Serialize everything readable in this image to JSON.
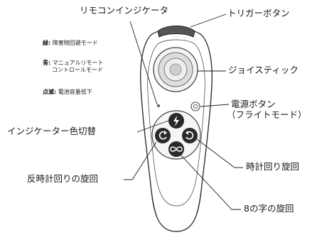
{
  "callouts": {
    "led_indicator": "リモコンインジケータ",
    "trigger_button": "トリガーボタン",
    "joystick": "ジョイスティック",
    "power_button_line1": "電源ボタン",
    "power_button_line2": "（フライトモード）",
    "indicator_color_switch": "インジケーター色切替",
    "rotate_counterclockwise": "反時計回りの旋回",
    "rotate_clockwise": "時計回り旋回",
    "figure_eight": "8の字の旋回"
  },
  "legend": {
    "green": {
      "key": "緑:",
      "text": "障害物回避モード"
    },
    "blue": {
      "key": "青:",
      "text_line1": "マニュアルリモート",
      "text_line2": "コントロールモード"
    },
    "blink": {
      "key": "点滅:",
      "text": "電池容量低下"
    }
  },
  "icons": {
    "top_button": "bolt-icon",
    "left_button": "rotate-ccw-icon",
    "right_button": "rotate-cw-icon",
    "bottom_button": "infinity-icon"
  }
}
